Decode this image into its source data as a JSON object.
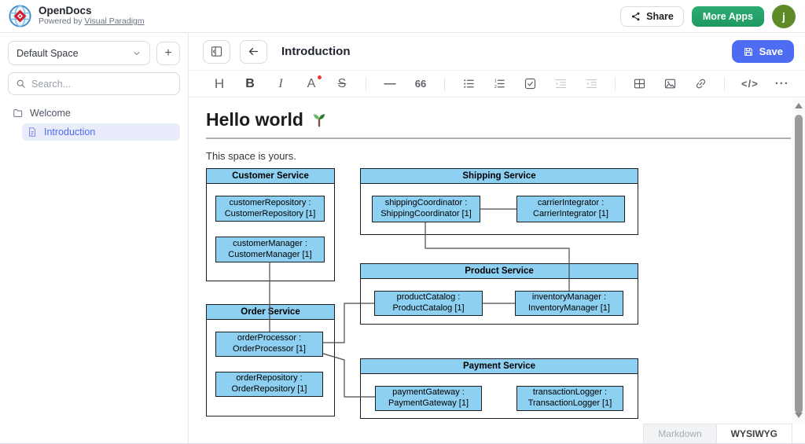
{
  "colors": {
    "accent_blue": "#4E6CF2",
    "more_apps_green": "#27A36C",
    "avatar_green": "#5E8A28",
    "sidebar_selection_bg": "#E9EDFB",
    "sidebar_selection_text": "#4F6BF2",
    "diagram_fill": "#8DD0F1",
    "diagram_border": "#1E1E1E",
    "connector_line": "#4A4A4A"
  },
  "header": {
    "app_name": "OpenDocs",
    "powered_by_prefix": "Powered by",
    "powered_by_link": "Visual Paradigm",
    "share_label": "Share",
    "more_apps_label": "More Apps",
    "avatar_initial": "j"
  },
  "sidebar": {
    "space_selector_label": "Default Space",
    "add_button_label": "+",
    "search_placeholder": "Search...",
    "tree": [
      {
        "label": "Welcome",
        "icon": "folder-icon",
        "selected": false
      },
      {
        "label": "Introduction",
        "icon": "document-icon",
        "selected": true
      }
    ]
  },
  "editor": {
    "title": "Introduction",
    "save_label": "Save",
    "toolbar": {
      "heading": "H",
      "bold": "B",
      "italic": "I",
      "text_color": "A",
      "strikethrough": "S",
      "horizontal_rule": "—",
      "blockquote": "66",
      "code": "</>",
      "more": "···"
    },
    "footer": {
      "markdown_label": "Markdown",
      "wysiwyg_label": "WYSIWYG"
    }
  },
  "content": {
    "heading": "Hello world",
    "heading_emoji_icon": "seedling",
    "paragraph": "This space is yours."
  },
  "diagram": {
    "services": [
      {
        "name": "Customer Service",
        "parts": [
          {
            "line1": "customerRepository :",
            "line2": "CustomerRepository [1]"
          },
          {
            "line1": "customerManager :",
            "line2": "CustomerManager [1]"
          }
        ]
      },
      {
        "name": "Shipping Service",
        "parts": [
          {
            "line1": "shippingCoordinator :",
            "line2": "ShippingCoordinator [1]"
          },
          {
            "line1": "carrierIntegrator :",
            "line2": "CarrierIntegrator [1]"
          }
        ]
      },
      {
        "name": "Product Service",
        "parts": [
          {
            "line1": "productCatalog :",
            "line2": "ProductCatalog [1]"
          },
          {
            "line1": "inventoryManager :",
            "line2": "InventoryManager [1]"
          }
        ]
      },
      {
        "name": "Order Service",
        "parts": [
          {
            "line1": "orderProcessor :",
            "line2": "OrderProcessor [1]"
          },
          {
            "line1": "orderRepository :",
            "line2": "OrderRepository [1]"
          }
        ]
      },
      {
        "name": "Payment Service",
        "parts": [
          {
            "line1": "paymentGateway :",
            "line2": "PaymentGateway [1]"
          },
          {
            "line1": "transactionLogger :",
            "line2": "TransactionLogger [1]"
          }
        ]
      }
    ],
    "connections": [
      {
        "from": "customerManager",
        "to": "orderProcessor"
      },
      {
        "from": "shippingCoordinator",
        "to": "carrierIntegrator"
      },
      {
        "from": "shippingCoordinator",
        "to": "inventoryManager"
      },
      {
        "from": "productCatalog",
        "to": "inventoryManager"
      },
      {
        "from": "orderProcessor",
        "to": "productCatalog"
      },
      {
        "from": "orderProcessor",
        "to": "paymentGateway"
      }
    ]
  }
}
